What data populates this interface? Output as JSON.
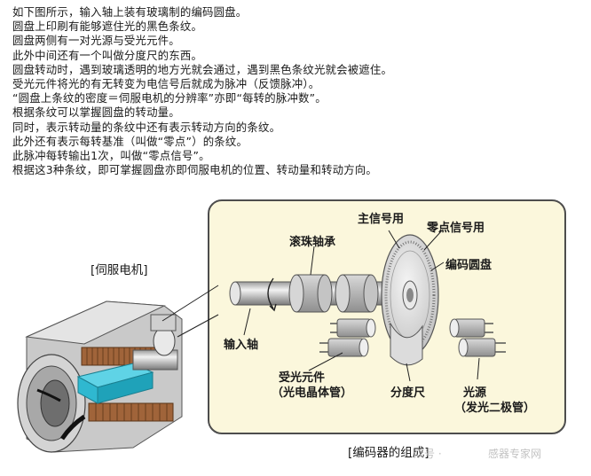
{
  "intro_lines": [
    "如下图所示，输入轴上装有玻璃制的编码圆盘。",
    "圆盘上印刷有能够遮住光的黑色条纹。",
    "圆盘两侧有一对光源与受光元件。",
    "此外中间还有一个叫做分度尺的东西。",
    "圆盘转动时，遇到玻璃透明的地方光就会通过，遇到黑色条纹光就会被遮住。",
    "受光元件将光的有无转变为电信号后就成为脉冲（反馈脉冲）。",
    "“圆盘上条纹的密度＝伺服电机的分辨率”亦即“每转的脉冲数”。",
    "根据条纹可以掌握圆盘的转动量。",
    "同时，表示转动量的条纹中还有表示转动方向的条纹。",
    "此外还有表示每转基准（叫做“零点”）的条纹。",
    "此脉冲每转输出1次，叫做“零点信号”。",
    "根据这3种条纹，即可掌握圆盘亦即伺服电机的位置、转动量和转动方向。"
  ],
  "motor_caption": "[伺服电机]",
  "diagram": {
    "main_signal": "主信号用",
    "zero_signal": "零点信号用",
    "ball_bearing": "滚珠轴承",
    "encoder_disk": "编码圆盘",
    "input_shaft": "输入轴",
    "photo_element_line1": "受光元件",
    "photo_element_line2": "（光电晶体管）",
    "index_scale": "分度尺",
    "light_source_line1": "光源",
    "light_source_line2": "（发光二极管）"
  },
  "encoder_caption": "[编码器的组成]",
  "watermark": {
    "left_text": "众号 ·",
    "right_text": "感器专家网"
  },
  "colors": {
    "panel_bg": "#fbf7dc",
    "panel_border": "#4d4d4d",
    "coil_cyan": "#2fb8d0",
    "winding_brown": "#a0643a",
    "metal_gray": "#b5b5b5"
  }
}
